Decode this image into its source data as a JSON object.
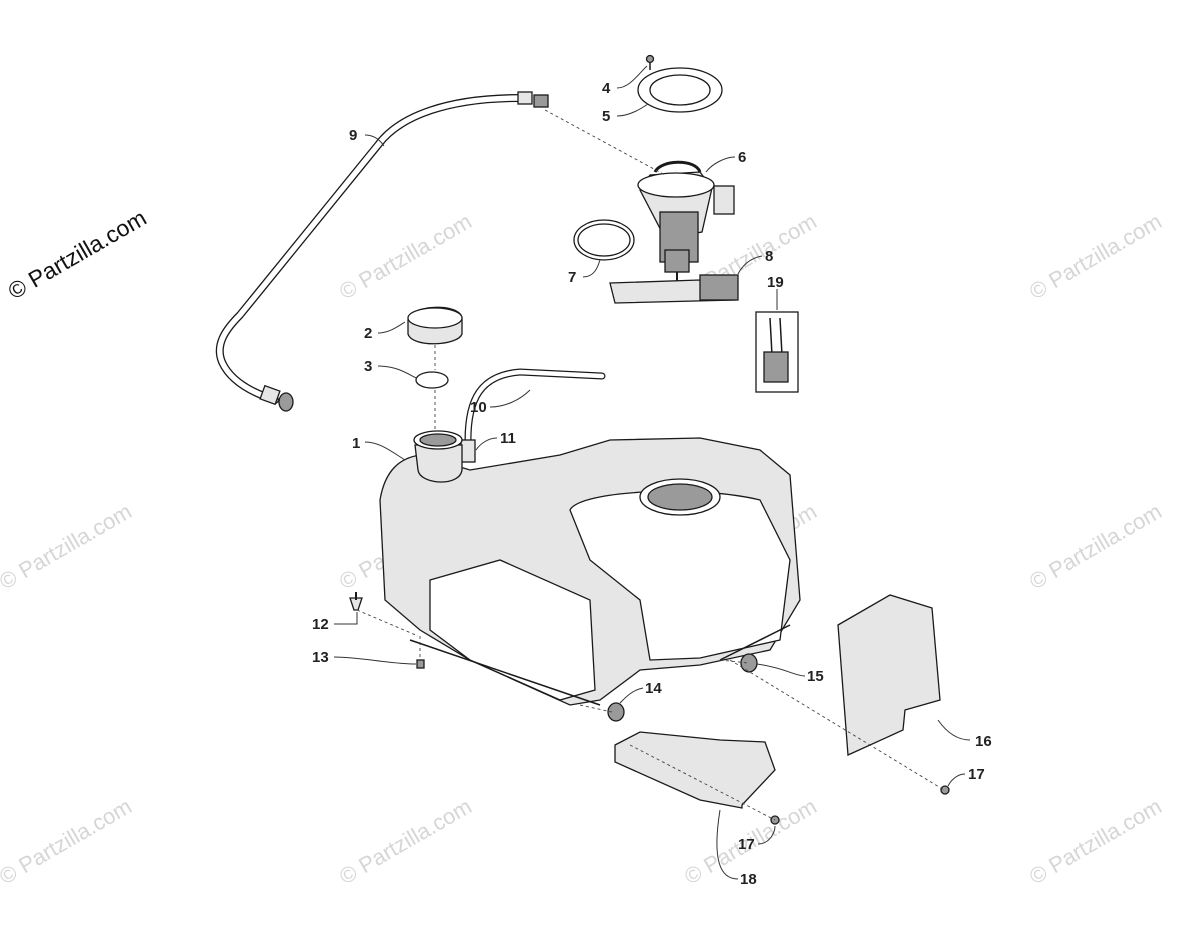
{
  "watermark": {
    "main_text": "© Partzilla.com",
    "faint_text": "© Partzilla.com"
  },
  "callouts": [
    {
      "id": "1",
      "label": "1"
    },
    {
      "id": "2",
      "label": "2"
    },
    {
      "id": "3",
      "label": "3"
    },
    {
      "id": "4",
      "label": "4"
    },
    {
      "id": "5",
      "label": "5"
    },
    {
      "id": "6",
      "label": "6"
    },
    {
      "id": "7",
      "label": "7"
    },
    {
      "id": "8",
      "label": "8"
    },
    {
      "id": "9",
      "label": "9"
    },
    {
      "id": "10",
      "label": "10"
    },
    {
      "id": "11",
      "label": "11"
    },
    {
      "id": "12",
      "label": "12"
    },
    {
      "id": "13",
      "label": "13"
    },
    {
      "id": "14",
      "label": "14"
    },
    {
      "id": "15",
      "label": "15"
    },
    {
      "id": "16",
      "label": "16"
    },
    {
      "id": "17a",
      "label": "17"
    },
    {
      "id": "17b",
      "label": "17"
    },
    {
      "id": "18",
      "label": "18"
    },
    {
      "id": "19",
      "label": "19"
    }
  ]
}
